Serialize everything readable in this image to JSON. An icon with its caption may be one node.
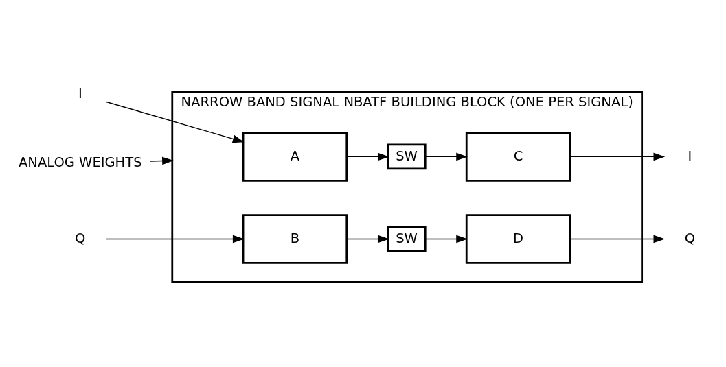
{
  "diagram": {
    "nodes": [
      {
        "text": [
          "NARROW BAND SIGNAL NBATF BUILDING BLOCK (ONE PER SIGNAL)"
        ]
      },
      {
        "text": [
          "I"
        ]
      },
      {
        "text": [
          "A"
        ],
        "in": 0
      },
      {
        "text": [
          "SW"
        ],
        "in": 0
      },
      {
        "text": [
          "C"
        ],
        "in": 0
      },
      {
        "text": [
          "I"
        ]
      },
      {
        "text": [
          "Q"
        ]
      },
      {
        "text": [
          "B"
        ],
        "in": 0
      },
      {
        "text": [
          "SW"
        ],
        "in": 0
      },
      {
        "text": [
          "D"
        ],
        "in": 0
      },
      {
        "text": [
          "Q"
        ]
      },
      {
        "text": [
          "ANALOG WEIGHTS"
        ]
      }
    ],
    "edges": [
      {
        "from": 1,
        "to": 2,
        "arrow": "to"
      },
      {
        "from": 2,
        "to": 3,
        "arrow": "to"
      },
      {
        "from": 3,
        "to": 4,
        "arrow": "to"
      },
      {
        "from": 4,
        "to": 5,
        "arrow": "to"
      },
      {
        "from": 6,
        "to": 7,
        "arrow": "to"
      },
      {
        "from": 7,
        "to": 8,
        "arrow": "to"
      },
      {
        "from": 8,
        "to": 9,
        "arrow": "to"
      },
      {
        "from": 9,
        "to": 10,
        "arrow": "to"
      },
      {
        "from": 11,
        "to": 0,
        "arrow": "to"
      }
    ]
  }
}
